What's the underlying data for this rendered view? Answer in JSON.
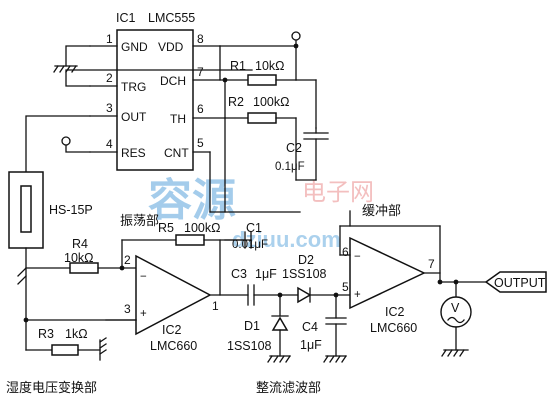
{
  "ic1": {
    "ref": "IC1",
    "part": "LMC555",
    "pins": {
      "gnd": {
        "num": "1",
        "name": "GND"
      },
      "trg": {
        "num": "2",
        "name": "TRG"
      },
      "out": {
        "num": "3",
        "name": "OUT"
      },
      "res": {
        "num": "4",
        "name": "RES"
      },
      "cnt": {
        "num": "5",
        "name": "CNT"
      },
      "th": {
        "num": "6",
        "name": "TH"
      },
      "dch": {
        "num": "7",
        "name": "DCH"
      },
      "vdd": {
        "num": "8",
        "name": "VDD"
      }
    }
  },
  "components": {
    "r1": {
      "ref": "R1",
      "value": "10kΩ"
    },
    "r2": {
      "ref": "R2",
      "value": "100kΩ"
    },
    "r3": {
      "ref": "R3",
      "value": "1kΩ"
    },
    "r4": {
      "ref": "R4",
      "value": "10kΩ"
    },
    "r5": {
      "ref": "R5",
      "value": "100kΩ"
    },
    "c1": {
      "ref": "C1",
      "value": "0.01μF"
    },
    "c2": {
      "ref": "C2",
      "value": "0.1μF"
    },
    "c3": {
      "ref": "C3",
      "value": "1μF"
    },
    "c4": {
      "ref": "C4",
      "value": "1μF"
    },
    "d1": {
      "ref": "D1",
      "value": "1SS108"
    },
    "d2": {
      "ref": "D2",
      "value": "1SS108"
    },
    "sensor": {
      "ref": "HS-15P"
    }
  },
  "ic2a": {
    "ref": "IC2",
    "part": "LMC660",
    "pin_inv": "2",
    "pin_noninv": "3",
    "pin_out": "1"
  },
  "ic2b": {
    "ref": "IC2",
    "part": "LMC660",
    "pin_inv": "6",
    "pin_noninv": "5",
    "pin_out": "7"
  },
  "output": {
    "label": "OUTPUT"
  },
  "sections": {
    "oscillator": "振荡部",
    "buffer": "缓冲部",
    "humidity_converter": "湿度电压变换部",
    "rectifier_filter": "整流滤波部"
  },
  "watermark": {
    "title": "容源",
    "subtitle": "电子网",
    "url": "dziuu.com"
  }
}
